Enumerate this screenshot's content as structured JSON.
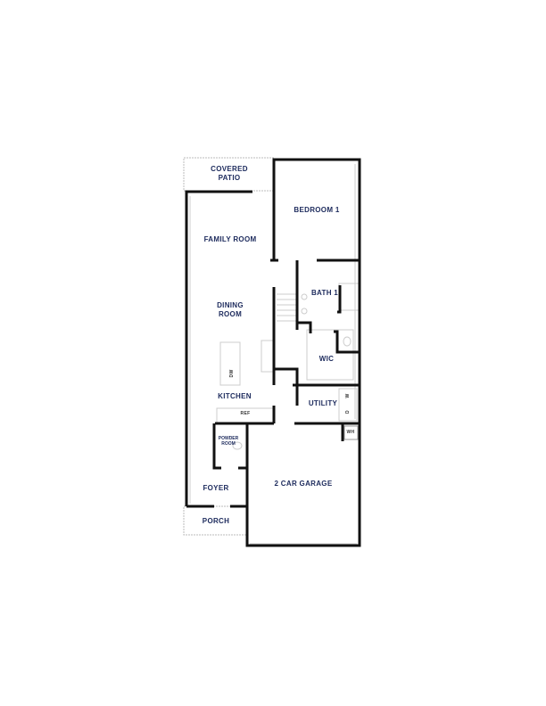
{
  "plan": {
    "rooms": {
      "covered_patio": "COVERED\nPATIO",
      "bedroom1": "BEDROOM 1",
      "family_room": "FAMILY ROOM",
      "bath1": "BATH 1",
      "dining_room": "DINING\nROOM",
      "wic": "WIC",
      "kitchen": "KITCHEN",
      "utility": "UTILITY",
      "powder_room": "POWDER\nROOM",
      "foyer": "FOYER",
      "garage": "2 CAR GARAGE",
      "porch": "PORCH"
    },
    "fixtures": {
      "dishwasher": "DW",
      "refrigerator": "REF",
      "water_heater": "WH",
      "washer": "W",
      "dryer": "D"
    },
    "colors": {
      "label": "#1c2a5c",
      "wall": "#111111",
      "outline": "#bbbbbb"
    }
  }
}
